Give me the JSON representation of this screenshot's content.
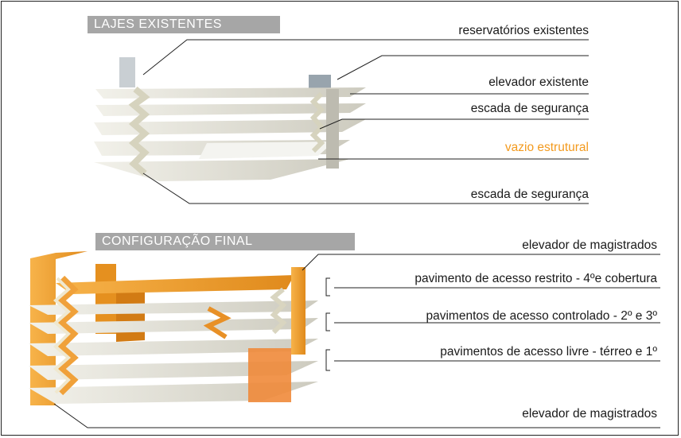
{
  "colors": {
    "accent": "#f39a1e",
    "header_bg": "#a6a6a6",
    "slab": "#e8e6dc",
    "slab_shadow": "#cfcdbf",
    "orange": "#f3a02a",
    "orange_dark": "#d8841a",
    "leader_line": "#222222"
  },
  "sections": {
    "existing": {
      "title": "LAJES EXISTENTES",
      "labels": {
        "reservoirs": "reservatórios existentes",
        "elevator": "elevador existente",
        "stair_top": "escada de segurança",
        "void": "vazio estrutural",
        "stair_bottom": "escada de segurança"
      }
    },
    "final": {
      "title": "CONFIGURAÇÃO FINAL",
      "labels": {
        "elevator_top": "elevador de magistrados",
        "restricted": "pavimento de acesso restrito - 4ºe cobertura",
        "controlled": "pavimentos de acesso controlado - 2º e 3º",
        "free": "pavimentos de acesso livre - térreo e 1º",
        "elevator_bottom": "elevador de magistrados"
      }
    }
  },
  "icons": [
    "bracket-icon",
    "stair-icon",
    "elevator-shaft-icon",
    "reservoir-icon"
  ]
}
